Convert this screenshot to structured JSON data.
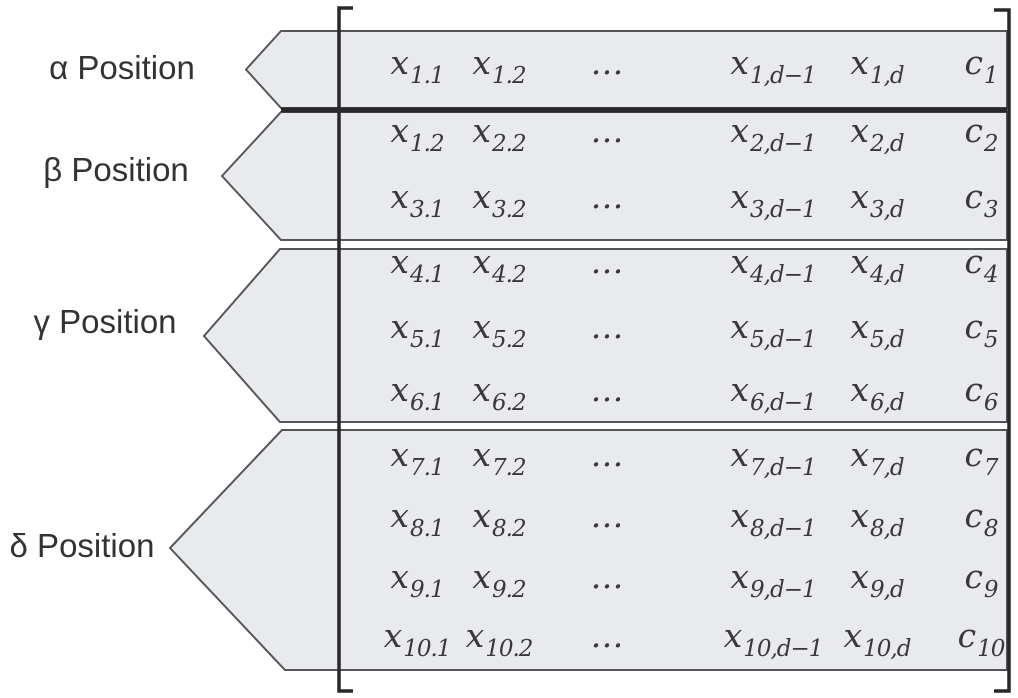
{
  "colors": {
    "band_fill": "#e9eaec",
    "band_stroke": "#54555a",
    "separator": "#28282b",
    "bracket": "#28282b",
    "math_text": "#39393c",
    "label_text": "#333336"
  },
  "groups": [
    {
      "id": "alpha",
      "label": "α Position"
    },
    {
      "id": "beta",
      "label": "β Position"
    },
    {
      "id": "gamma",
      "label": "γ Position"
    },
    {
      "id": "delta",
      "label": "δ Position"
    }
  ],
  "matrix": {
    "rows": [
      {
        "cells": [
          {
            "base": "x",
            "sub": "1.1"
          },
          {
            "base": "x",
            "sub": "1.2"
          },
          {
            "base": "…"
          },
          {
            "base": "x",
            "sub": "1,d−1"
          },
          {
            "base": "x",
            "sub": "1,d"
          },
          {
            "base": "c",
            "sub": "1"
          }
        ]
      },
      {
        "cells": [
          {
            "base": "x",
            "sub": "1.2"
          },
          {
            "base": "x",
            "sub": "2.2"
          },
          {
            "base": "…"
          },
          {
            "base": "x",
            "sub": "2,d−1"
          },
          {
            "base": "x",
            "sub": "2,d"
          },
          {
            "base": "c",
            "sub": "2"
          }
        ]
      },
      {
        "cells": [
          {
            "base": "x",
            "sub": "3.1"
          },
          {
            "base": "x",
            "sub": "3.2"
          },
          {
            "base": "…"
          },
          {
            "base": "x",
            "sub": "3,d−1"
          },
          {
            "base": "x",
            "sub": "3,d"
          },
          {
            "base": "c",
            "sub": "3"
          }
        ]
      },
      {
        "cells": [
          {
            "base": "x",
            "sub": "4.1"
          },
          {
            "base": "x",
            "sub": "4.2"
          },
          {
            "base": "…"
          },
          {
            "base": "x",
            "sub": "4,d−1"
          },
          {
            "base": "x",
            "sub": "4,d"
          },
          {
            "base": "c",
            "sub": "4"
          }
        ]
      },
      {
        "cells": [
          {
            "base": "x",
            "sub": "5.1"
          },
          {
            "base": "x",
            "sub": "5.2"
          },
          {
            "base": "…"
          },
          {
            "base": "x",
            "sub": "5,d−1"
          },
          {
            "base": "x",
            "sub": "5,d"
          },
          {
            "base": "c",
            "sub": "5"
          }
        ]
      },
      {
        "cells": [
          {
            "base": "x",
            "sub": "6.1"
          },
          {
            "base": "x",
            "sub": "6.2"
          },
          {
            "base": "…"
          },
          {
            "base": "x",
            "sub": "6,d−1"
          },
          {
            "base": "x",
            "sub": "6,d"
          },
          {
            "base": "c",
            "sub": "6"
          }
        ]
      },
      {
        "cells": [
          {
            "base": "x",
            "sub": "7.1"
          },
          {
            "base": "x",
            "sub": "7.2"
          },
          {
            "base": "…"
          },
          {
            "base": "x",
            "sub": "7,d−1"
          },
          {
            "base": "x",
            "sub": "7,d"
          },
          {
            "base": "c",
            "sub": "7"
          }
        ]
      },
      {
        "cells": [
          {
            "base": "x",
            "sub": "8.1"
          },
          {
            "base": "x",
            "sub": "8.2"
          },
          {
            "base": "…"
          },
          {
            "base": "x",
            "sub": "8,d−1"
          },
          {
            "base": "x",
            "sub": "8,d"
          },
          {
            "base": "c",
            "sub": "8"
          }
        ]
      },
      {
        "cells": [
          {
            "base": "x",
            "sub": "9.1"
          },
          {
            "base": "x",
            "sub": "9.2"
          },
          {
            "base": "…"
          },
          {
            "base": "x",
            "sub": "9,d−1"
          },
          {
            "base": "x",
            "sub": "9,d"
          },
          {
            "base": "c",
            "sub": "9"
          }
        ]
      },
      {
        "cells": [
          {
            "base": "x",
            "sub": "10.1"
          },
          {
            "base": "x",
            "sub": "10.2"
          },
          {
            "base": "…"
          },
          {
            "base": "x",
            "sub": "10,d−1"
          },
          {
            "base": "x",
            "sub": "10,d"
          },
          {
            "base": "c",
            "sub": "10"
          }
        ]
      }
    ]
  }
}
